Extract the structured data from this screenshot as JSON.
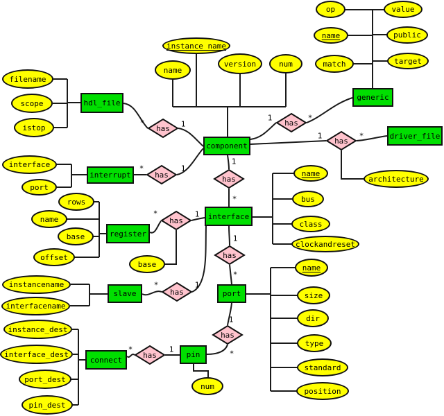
{
  "relationship": {
    "label": "has"
  },
  "cardinality": {
    "one": "1",
    "many": "*"
  },
  "entities": {
    "hdl_file": "hdl_file",
    "component": "component",
    "generic": "generic",
    "driver_file": "driver_file",
    "interrupt": "interrupt",
    "register": "register",
    "interface": "interface",
    "slave": "slave",
    "port": "port",
    "connect": "connect",
    "pin": "pin"
  },
  "attributes": {
    "hdl_file": [
      "filename",
      "scope",
      "istop"
    ],
    "component_top": [
      "name",
      "instance_name",
      "version",
      "num"
    ],
    "generic": [
      "op",
      "value",
      "name",
      "public",
      "match",
      "target"
    ],
    "driver_rel": [
      "architecture"
    ],
    "interrupt": [
      "interface",
      "port"
    ],
    "register": [
      "rows",
      "name",
      "base",
      "offset"
    ],
    "register_rel": [
      "base"
    ],
    "interface": [
      "name",
      "bus",
      "class",
      "clockandreset"
    ],
    "slave": [
      "instancename",
      "interfacename"
    ],
    "connect": [
      "instance_dest",
      "interface_dest",
      "port_dest",
      "pin_dest"
    ],
    "pin": [
      "num"
    ],
    "port": [
      "name",
      "size",
      "dir",
      "type",
      "standard",
      "position"
    ]
  }
}
